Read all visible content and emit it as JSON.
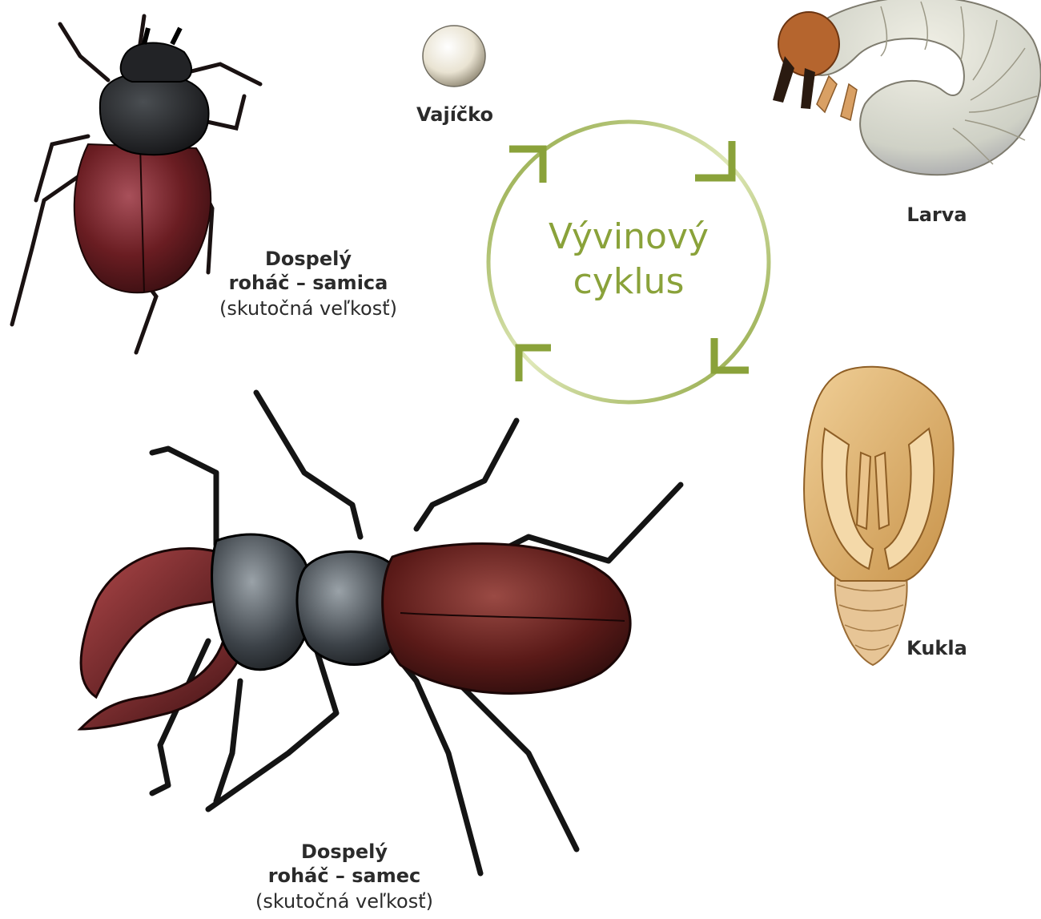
{
  "cycle": {
    "title_line1": "Vývinový",
    "title_line2": "cyklus",
    "color": "#8aa23a"
  },
  "stages": {
    "egg": {
      "label": "Vajíčko",
      "icon": "egg-icon"
    },
    "larva": {
      "label": "Larva",
      "icon": "larva-icon"
    },
    "pupa": {
      "label": "Kukla",
      "icon": "pupa-icon"
    },
    "female": {
      "label_line1": "Dospelý",
      "label_line2": "roháč – samica",
      "note": "(skutočná veľkosť)",
      "icon": "female-stag-beetle-icon"
    },
    "male": {
      "label_line1": "Dospelý",
      "label_line2": "roháč – samec",
      "note": "(skutočná veľkosť)",
      "icon": "male-stag-beetle-icon"
    }
  }
}
